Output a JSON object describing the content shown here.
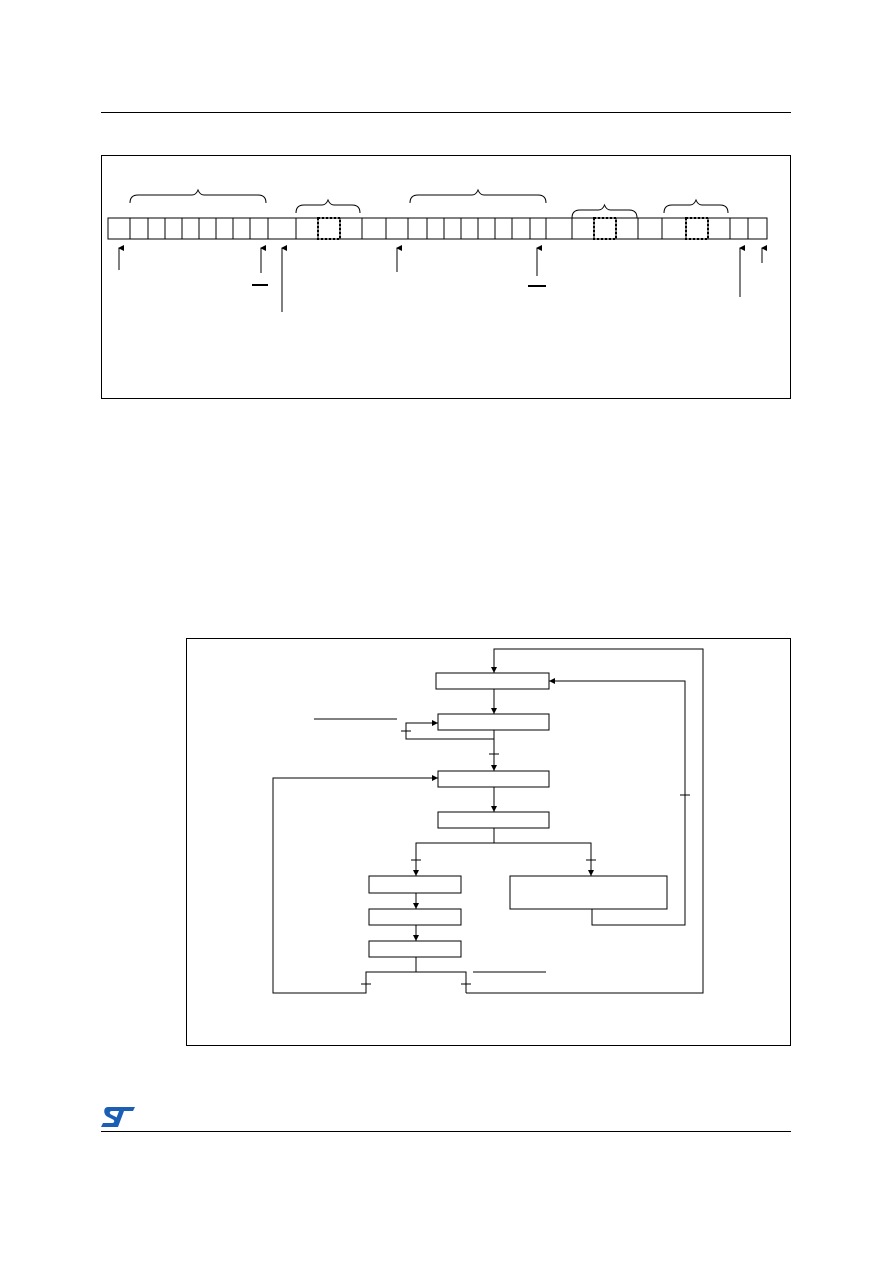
{
  "header": {},
  "bit_sequence_figure": {
    "cell_count": 36
  },
  "flowchart_figure": {
    "process_box_count": 8
  },
  "footer": {
    "logo": "st-logo",
    "logo_color": "#1a5fb4"
  },
  "colors": {
    "line": "#000000",
    "background": "#ffffff",
    "brand": "#1a5fb4"
  }
}
